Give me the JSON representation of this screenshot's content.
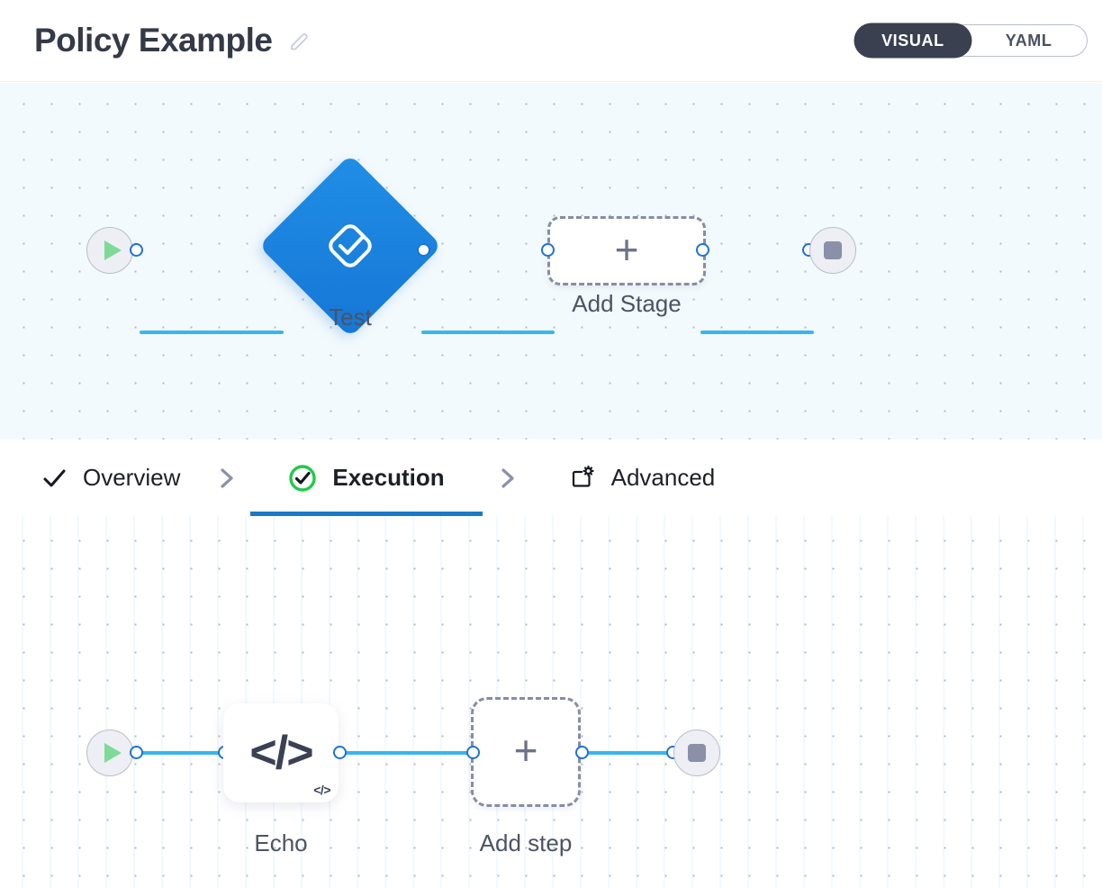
{
  "header": {
    "title": "Policy Example",
    "edit_icon": "pencil-icon",
    "mode_toggle": {
      "options": [
        {
          "label": "VISUAL",
          "active": true
        },
        {
          "label": "YAML",
          "active": false
        }
      ],
      "active_bg": "#3b4050",
      "active_fg": "#ffffff"
    }
  },
  "stage_canvas": {
    "background": "#f3fafd",
    "edge_color": "#37b6f0",
    "port_color": "#1b73d4",
    "nodes": [
      {
        "name": "start-node",
        "type": "start",
        "icon": "play-icon",
        "label": ""
      },
      {
        "name": "stage-test",
        "type": "stage",
        "icon": "stage-check-icon",
        "label": "Test",
        "color": "#1a82e0"
      },
      {
        "name": "add-stage",
        "type": "add",
        "icon": "plus-icon",
        "label": "Add Stage"
      },
      {
        "name": "end-node",
        "type": "end",
        "icon": "stop-icon",
        "label": ""
      }
    ]
  },
  "tabs": [
    {
      "label": "Overview",
      "icon": "check-icon",
      "active": false
    },
    {
      "label": "Execution",
      "icon": "check-circle-icon",
      "active": true
    },
    {
      "label": "Advanced",
      "icon": "window-gear-icon",
      "active": false
    }
  ],
  "tab_separator_icon": "chevron-right-icon",
  "execution_canvas": {
    "background": "#ffffff",
    "edge_color": "#37b6f0",
    "port_color": "#1b73d4",
    "nodes": [
      {
        "name": "exec-start-node",
        "type": "start",
        "icon": "play-icon",
        "label": ""
      },
      {
        "name": "step-echo",
        "type": "step",
        "icon": "code-icon",
        "glyph": "</>",
        "badge": "</>",
        "label": "Echo"
      },
      {
        "name": "add-step",
        "type": "add",
        "icon": "plus-icon",
        "label": "Add step"
      },
      {
        "name": "exec-end-node",
        "type": "end",
        "icon": "stop-icon",
        "label": ""
      }
    ]
  },
  "glyphs": {
    "plus": "+"
  }
}
